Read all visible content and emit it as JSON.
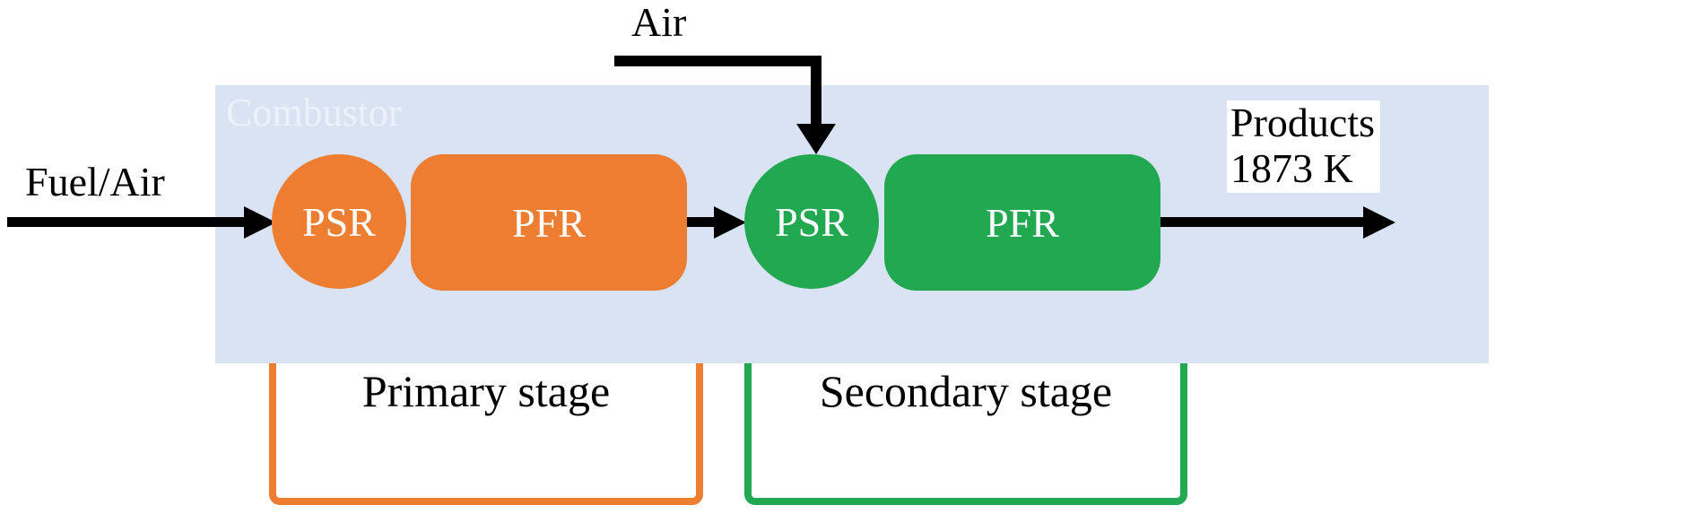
{
  "diagram": {
    "combustor_label": "Combustor",
    "fuel_air_label": "Fuel/Air",
    "air_label": "Air",
    "products_line1": "Products",
    "products_line2": "1873 K",
    "primary": {
      "psr_label": "PSR",
      "pfr_label": "PFR",
      "stage_label": "Primary stage"
    },
    "secondary": {
      "psr_label": "PSR",
      "pfr_label": "PFR",
      "stage_label": "Secondary stage"
    }
  },
  "colors": {
    "primary": "#ED7D31",
    "secondary": "#22A850",
    "combustor": "#DAE3F3",
    "combustor_label": "#EDF1F9",
    "arrow": "#000000"
  }
}
